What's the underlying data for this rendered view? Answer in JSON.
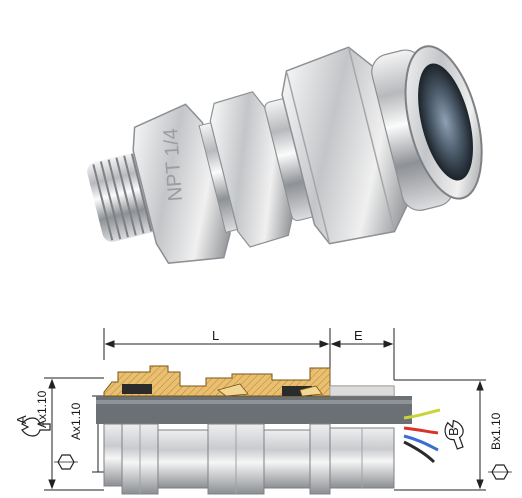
{
  "photo": {
    "engraving": "NPT 1/4"
  },
  "drawing": {
    "dim_L": "L",
    "dim_E": "E",
    "dim_A_factor": "Ax1.10",
    "dim_B_factor": "Bx1.10",
    "label_A": "A",
    "label_B": "B"
  },
  "colors": {
    "brass_hatch": "#e3b25e",
    "cable_grey": "#6b7075",
    "metal_light": "#d9dadc",
    "metal_dark": "#8a8d91",
    "wire_yellow_green": "#c9d33a",
    "wire_red": "#d8332a",
    "wire_blue": "#3a6fd0"
  },
  "icons": [
    "wrench-icon",
    "hex-nut-icon"
  ]
}
